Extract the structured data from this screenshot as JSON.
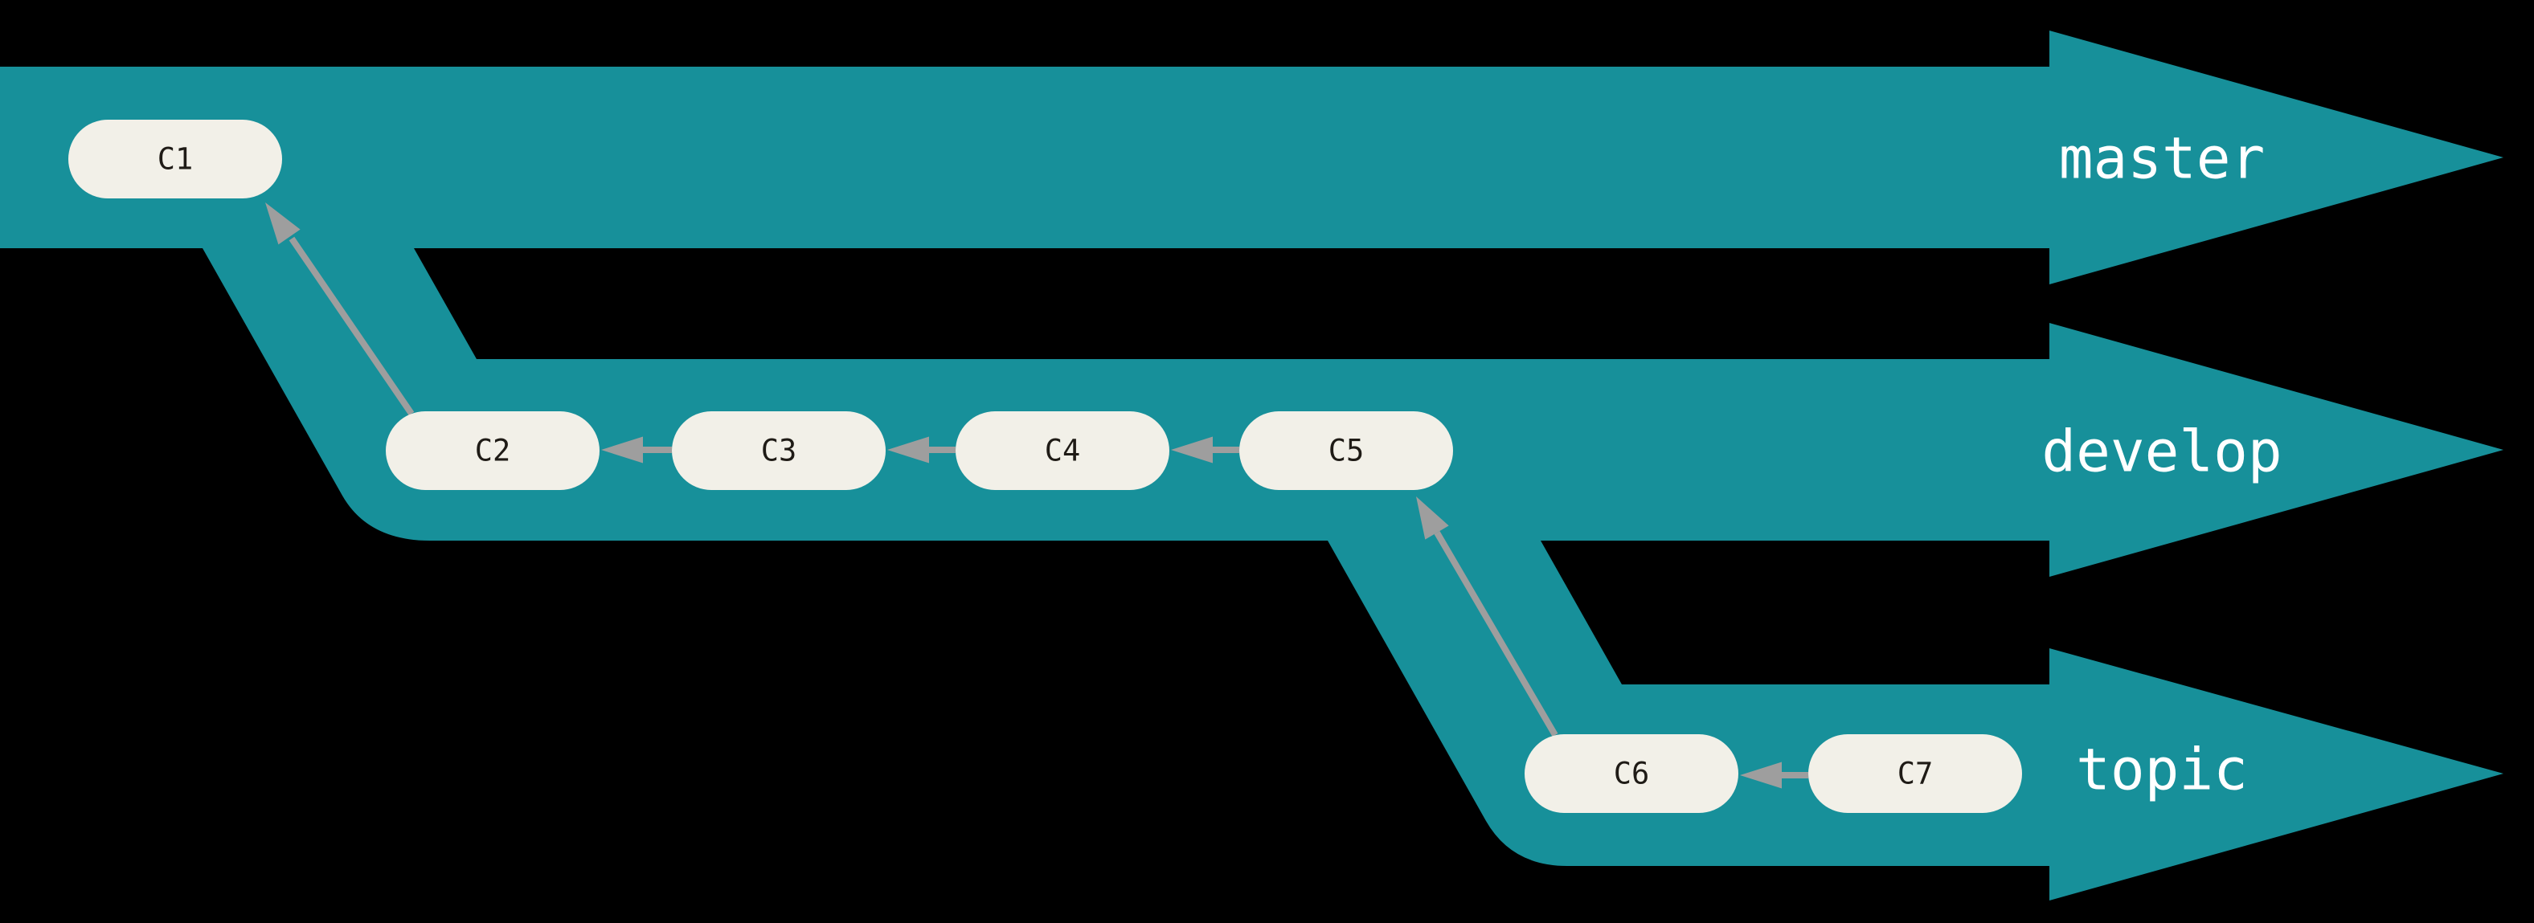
{
  "title": "Git branching diagram",
  "colors": {
    "background": "#000000",
    "branch_fill": "#17909a",
    "node_fill": "#f2f0e8",
    "node_text": "#1f1b16",
    "arrow": "#9e9e9e",
    "label_text": "#ffffff"
  },
  "branches": [
    {
      "name": "master",
      "label": "master"
    },
    {
      "name": "develop",
      "label": "develop"
    },
    {
      "name": "topic",
      "label": "topic"
    }
  ],
  "commits": [
    {
      "id": "C1",
      "label": "C1",
      "branch": "master",
      "parent": null
    },
    {
      "id": "C2",
      "label": "C2",
      "branch": "develop",
      "parent": "C1"
    },
    {
      "id": "C3",
      "label": "C3",
      "branch": "develop",
      "parent": "C2"
    },
    {
      "id": "C4",
      "label": "C4",
      "branch": "develop",
      "parent": "C3"
    },
    {
      "id": "C5",
      "label": "C5",
      "branch": "develop",
      "parent": "C4"
    },
    {
      "id": "C6",
      "label": "C6",
      "branch": "topic",
      "parent": "C5"
    },
    {
      "id": "C7",
      "label": "C7",
      "branch": "topic",
      "parent": "C6"
    }
  ]
}
